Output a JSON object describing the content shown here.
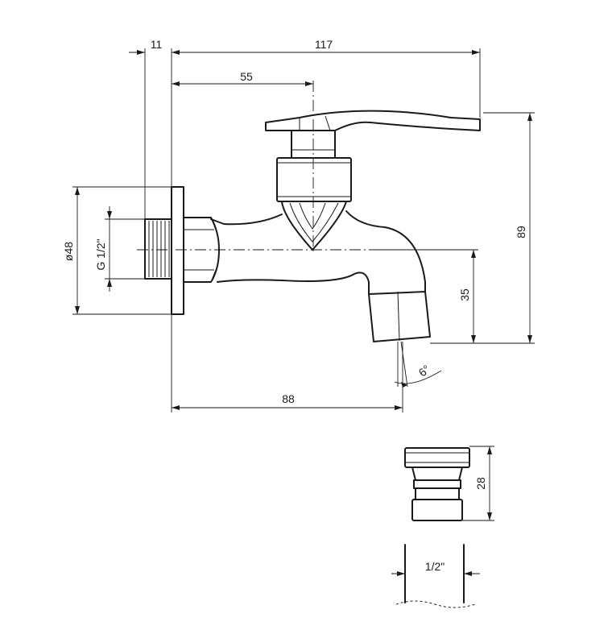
{
  "dimensions": {
    "flange_thickness": "11",
    "overall_length": "117",
    "handle_offset": "55",
    "flange_diameter": "ø48",
    "thread_size": "G 1/2\"",
    "outlet_height": "35",
    "overall_height": "89",
    "spout_angle": "6°",
    "spout_reach": "88",
    "adapter_height": "28",
    "hose_size": "1/2\""
  }
}
